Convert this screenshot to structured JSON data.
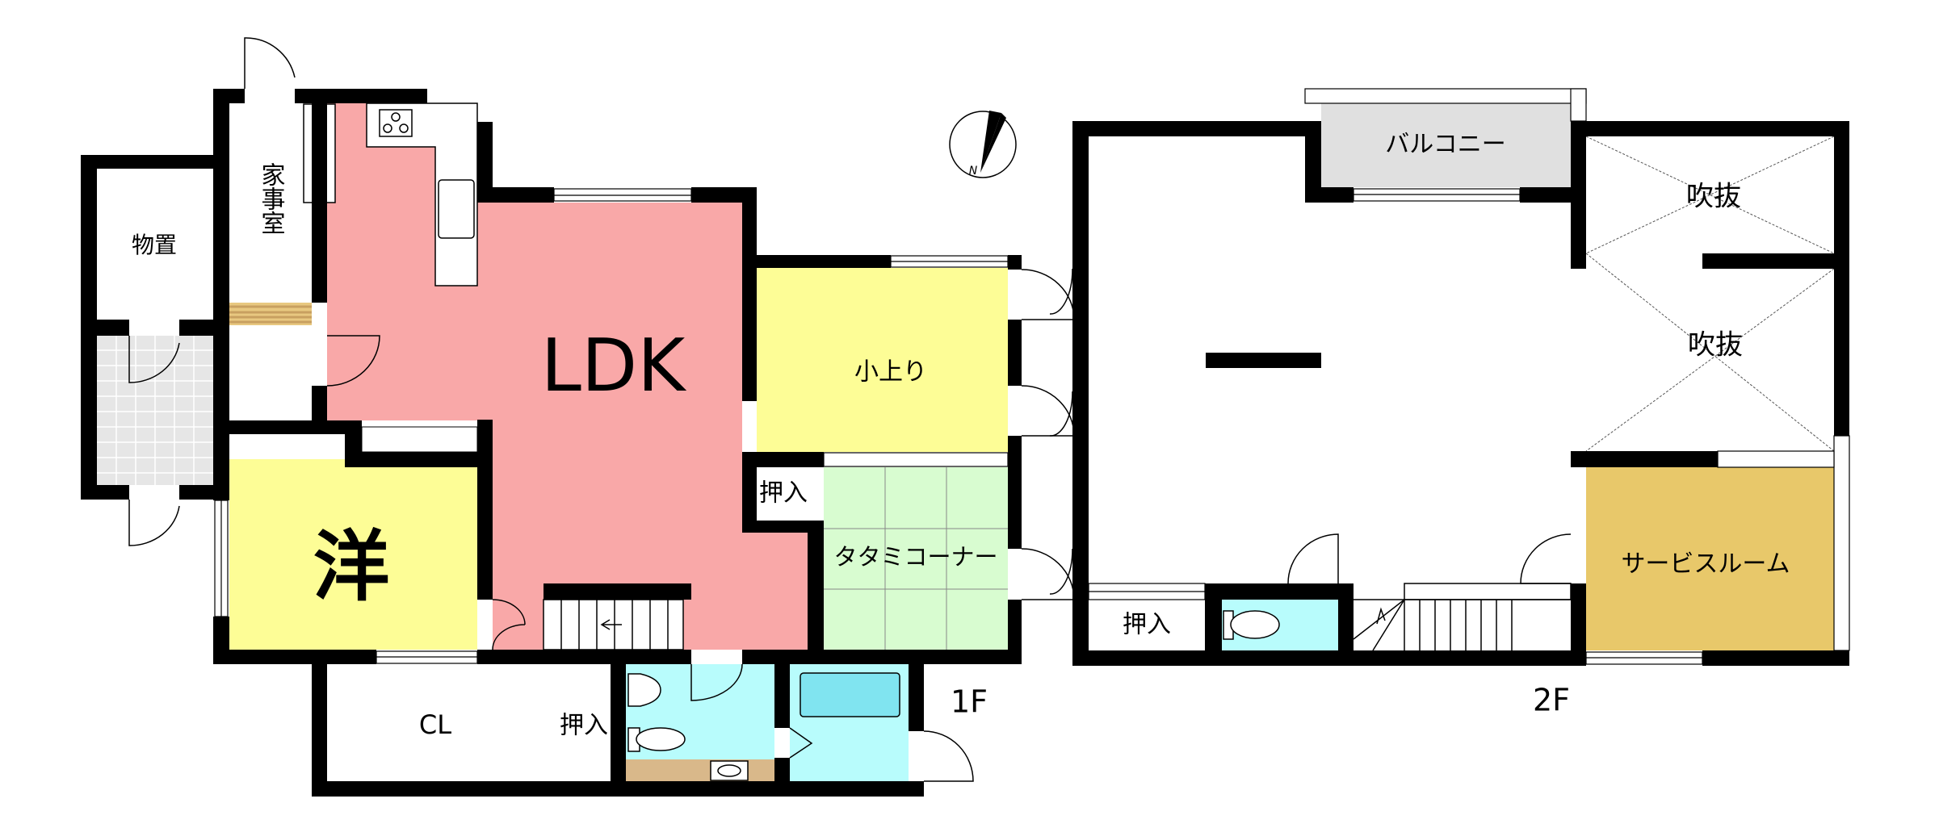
{
  "floor1": {
    "label": "1F",
    "rooms": {
      "storage": "物置",
      "utility": "家事室",
      "ldk": "LDK",
      "raised": "小上り",
      "closet_a": "押入",
      "tatami": "タタミコーナー",
      "western": "洋",
      "cl": "CL",
      "closet_b": "押入"
    }
  },
  "floor2": {
    "label": "2F",
    "rooms": {
      "balcony": "バルコニー",
      "void_a": "吹抜",
      "void_b": "吹抜",
      "service": "サービスルーム",
      "closet": "押入"
    }
  },
  "compass": {
    "label": "N"
  },
  "colors": {
    "ldk": "#f9a8a8",
    "yellow": "#fdfd96",
    "tatami": "#d8fcd0",
    "water": "#b8fcfc",
    "tub": "#80e4f0",
    "counter": "#d9b88a",
    "balcony": "#e0e0e0",
    "service": "#e8c86a",
    "tile": "#e6e6e6"
  }
}
